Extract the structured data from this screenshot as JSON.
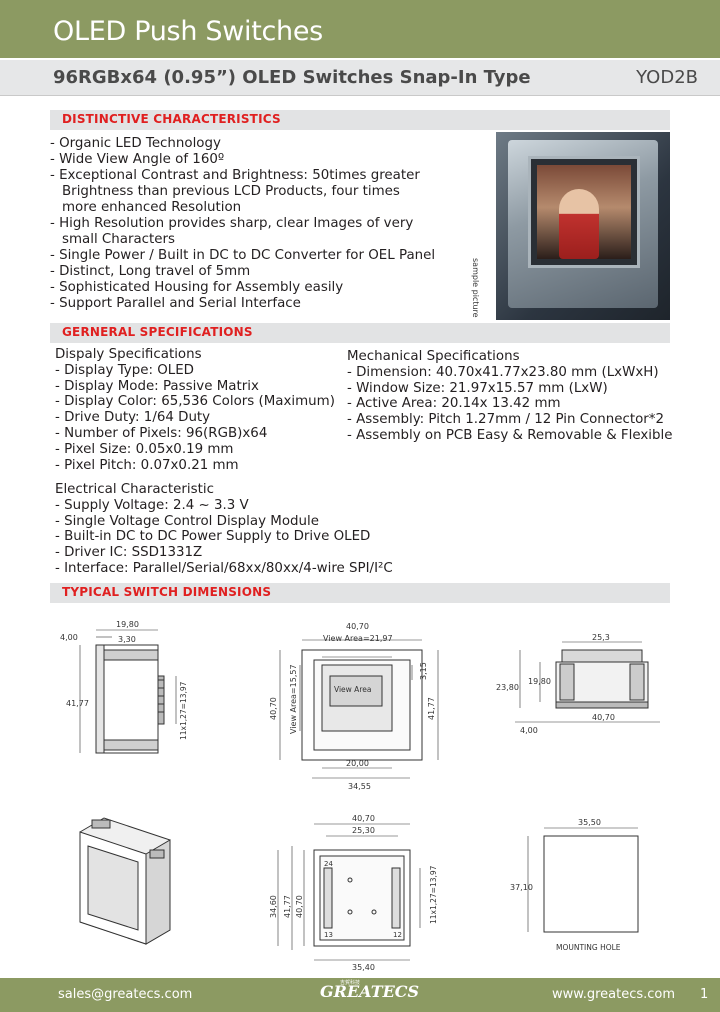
{
  "header": {
    "title": "OLED Push Switches",
    "subtitle": "96RGBx64 (0.95”) OLED Switches Snap-In Type",
    "model": "YOD2B"
  },
  "sections": {
    "distinctive": "DISTINCTIVE CHARACTERISTICS",
    "general": "GERNERAL SPECIFICATIONS",
    "dimensions": "TYPICAL SWITCH DIMENSIONS"
  },
  "characteristics": [
    "- Organic LED Technology",
    "- Wide View Angle of 160º",
    "- Exceptional Contrast and Brightness: 50times greater",
    "  Brightness than previous LCD Products, four times",
    "  more enhanced Resolution",
    "- High Resolution provides sharp, clear Images of very",
    "  small Characters",
    "- Single Power / Built in DC to DC Converter for OEL Panel",
    "- Distinct, Long travel of 5mm",
    "- Sophisticated Housing for Assembly easily",
    "- Support Parallel and Serial Interface"
  ],
  "photo_note": "sample picture",
  "display_specs": {
    "heading": "Dispaly Specifications",
    "items": [
      "- Display Type: OLED",
      "- Display Mode: Passive Matrix",
      "- Display Color: 65,536 Colors (Maximum)",
      "- Drive Duty: 1/64 Duty",
      "- Number of Pixels: 96(RGB)x64",
      "- Pixel Size: 0.05x0.19 mm",
      "- Pixel Pitch: 0.07x0.21 mm"
    ]
  },
  "mechanical_specs": {
    "heading": "Mechanical Specifications",
    "items": [
      "- Dimension: 40.70x41.77x23.80 mm (LxWxH)",
      "- Window Size: 21.97x15.57 mm (LxW)",
      "- Active Area: 20.14x 13.42 mm",
      "- Assembly: Pitch 1.27mm / 12 Pin Connector*2",
      "- Assembly on PCB Easy & Removable & Flexible"
    ]
  },
  "electrical_specs": {
    "heading": "Electrical Characteristic",
    "items": [
      "- Supply Voltage: 2.4 ~ 3.3 V",
      "- Single Voltage Control Display Module",
      "- Built-in DC to DC Power Supply to Drive OLED",
      "- Driver IC: SSD1331Z",
      "- Interface: Parallel/Serial/68xx/80xx/4-wire SPI/I²C"
    ]
  },
  "drawings": {
    "side": {
      "d1": "19,80",
      "d2": "4,00",
      "d3": "3,30",
      "d4": "41,77",
      "d5": "11x1,27=13,97"
    },
    "front": {
      "d1": "40,70",
      "d2": "View Area=21,97",
      "d3": "View Area=15,57",
      "d4": "3,15",
      "d5": "40,70",
      "d6": "41,77",
      "d7": "20,00",
      "d8": "34,55",
      "window_label": "View Area"
    },
    "profile": {
      "d1": "25,3",
      "d2": "23,80",
      "d3": "19,80",
      "d4": "4,00",
      "d5": "40,70"
    },
    "bottom": {
      "d1": "40,70",
      "d2": "25,30",
      "d3": "34,60",
      "d4": "41,77",
      "d5": "40,70",
      "d6": "35,40",
      "d7": "11x1,27=13,97",
      "pin_a": "24",
      "pin_b": "13",
      "pin_c": "12"
    },
    "mounting": {
      "d1": "35,50",
      "d2": "37,10",
      "label": "MOUNTING HOLE"
    }
  },
  "footer": {
    "email": "sales@greatecs.com",
    "logo": "GREATECS",
    "logo_cn": "吉賀科技",
    "website": "www.greatecs.com",
    "page": "1"
  },
  "colors": {
    "band": "#8c9a62",
    "section_text": "#e02020",
    "section_bg": "#e2e3e4"
  }
}
